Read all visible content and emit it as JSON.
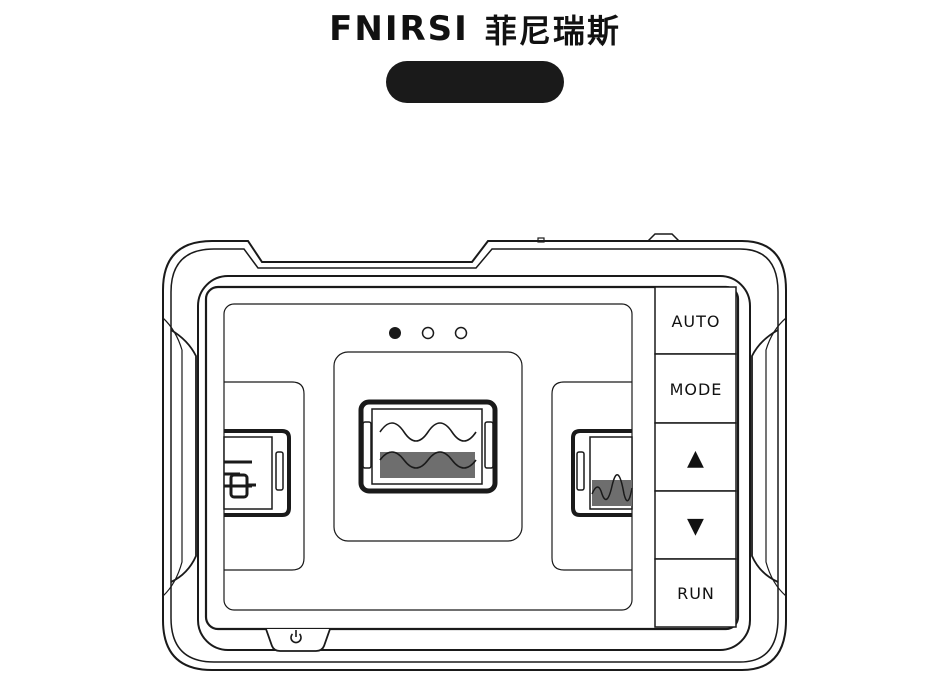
{
  "brand": {
    "logo": "FNIRSI",
    "chinese_name": "菲尼瑞斯"
  },
  "device": {
    "buttons": {
      "auto": "AUTO",
      "mode": "MODE",
      "up": "▲",
      "down": "▼",
      "run": "RUN"
    },
    "power_icon": "⏻",
    "page_indicator": {
      "count": 3,
      "active_index": 0
    }
  },
  "colors": {
    "outline": "#1a1a1a",
    "screen_shade": "#6e6e6e",
    "pill": "#1a1a1a"
  }
}
